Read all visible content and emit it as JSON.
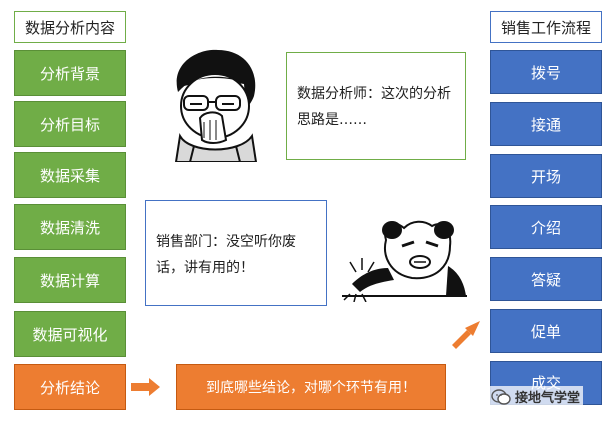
{
  "left_column": {
    "header": "数据分析内容",
    "items": [
      "分析背景",
      "分析目标",
      "数据采集",
      "数据清洗",
      "数据计算",
      "数据可视化"
    ],
    "conclusion": "分析结论"
  },
  "right_column": {
    "header": "销售工作流程",
    "items": [
      "拨号",
      "接通",
      "开场",
      "介绍",
      "答疑",
      "促单",
      "成交"
    ]
  },
  "analyst_bubble": "数据分析师：这次的分析思路是……",
  "sales_bubble": "销售部门：没空听你废话，讲有用的！",
  "conclusion_note": "到底哪些结论，对哪个环节有用！",
  "watermark": "接地气学堂",
  "colors": {
    "green": "#70ad47",
    "blue": "#4472c4",
    "orange": "#ed7d31"
  }
}
